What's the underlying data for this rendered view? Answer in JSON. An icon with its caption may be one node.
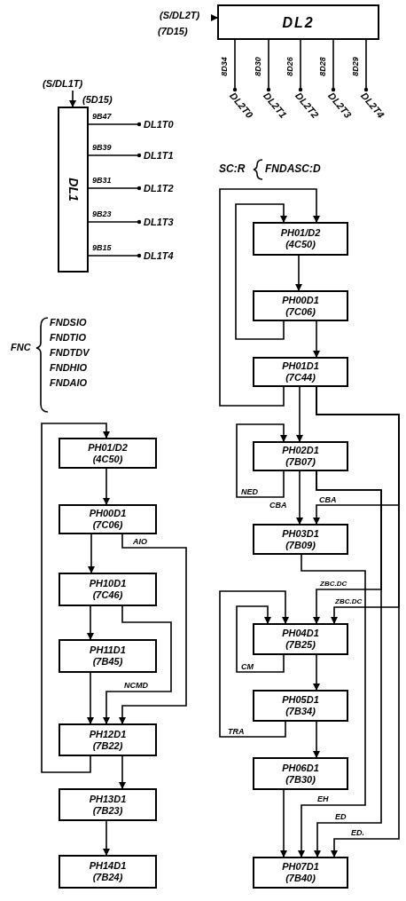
{
  "diagram": {
    "nodes": [
      {
        "text": [
          "(S/DL2T)",
          "(7D15)"
        ]
      },
      {
        "text": [
          "DL2"
        ]
      },
      {
        "text": [
          "DL2T0"
        ]
      },
      {
        "text": [
          "DL2T1"
        ]
      },
      {
        "text": [
          "DL2T2"
        ]
      },
      {
        "text": [
          "DL2T3"
        ]
      },
      {
        "text": [
          "DL2T4"
        ]
      },
      {
        "text": [
          "(S/DL1T)"
        ],
        "beside": [
          "(5D15)"
        ]
      },
      {
        "text": [
          "DL1"
        ]
      },
      {
        "text": [
          "DL1T0"
        ]
      },
      {
        "text": [
          "DL1T1"
        ]
      },
      {
        "text": [
          "DL1T2"
        ]
      },
      {
        "text": [
          "DL1T3"
        ]
      },
      {
        "text": [
          "DL1T4"
        ]
      },
      {
        "text": [
          "PH01/D2",
          "(4C50)"
        ]
      },
      {
        "text": [
          "PH00D1",
          "(7C06)"
        ]
      },
      {
        "text": [
          "PH01D1",
          "(7C44)"
        ]
      },
      {
        "text": [
          "PH02D1",
          "(7B07)"
        ]
      },
      {
        "text": [
          "PH03D1",
          "(7B09)"
        ]
      },
      {
        "text": [
          "PH04D1",
          "(7B25)"
        ]
      },
      {
        "text": [
          "PH05D1",
          "(7B34)"
        ]
      },
      {
        "text": [
          "PH06D1",
          "(7B30)"
        ]
      },
      {
        "text": [
          "PH07D1",
          "(7B40)"
        ]
      },
      {
        "text": [
          "PH01/D2",
          "(4C50)"
        ]
      },
      {
        "text": [
          "PH00D1",
          "(7C06)"
        ]
      },
      {
        "text": [
          "PH10D1",
          "(7C46)"
        ]
      },
      {
        "text": [
          "PH11D1",
          "(7B45)"
        ]
      },
      {
        "text": [
          "PH12D1",
          "(7B22)"
        ]
      },
      {
        "text": [
          "PH13D1",
          "(7B23)"
        ]
      },
      {
        "text": [
          "PH14D1",
          "(7B24)"
        ]
      }
    ],
    "edges": [
      {
        "from": 0,
        "to": 1,
        "arrow": "to"
      },
      {
        "from": 1,
        "to": 2,
        "arrow": "other",
        "label": "8D34"
      },
      {
        "from": 1,
        "to": 3,
        "arrow": "other",
        "label": "8D30"
      },
      {
        "from": 1,
        "to": 4,
        "arrow": "other",
        "label": "8D26"
      },
      {
        "from": 1,
        "to": 5,
        "arrow": "other",
        "label": "8D28"
      },
      {
        "from": 1,
        "to": 6,
        "arrow": "other",
        "label": "8D29"
      },
      {
        "from": 7,
        "to": 8,
        "arrow": "to"
      },
      {
        "from": 8,
        "to": 9,
        "arrow": "other",
        "label": "9B47"
      },
      {
        "from": 8,
        "to": 10,
        "arrow": "other",
        "label": "9B39"
      },
      {
        "from": 8,
        "to": 11,
        "arrow": "other",
        "label": "9B31"
      },
      {
        "from": 8,
        "to": 12,
        "arrow": "other",
        "label": "9B23"
      },
      {
        "from": 8,
        "to": 13,
        "arrow": "other",
        "label": "9B15"
      },
      {
        "from": 14,
        "to": 15,
        "arrow": "to"
      },
      {
        "from": 15,
        "to": 16,
        "arrow": "to"
      },
      {
        "from": 16,
        "to": 14,
        "arrow": "to"
      },
      {
        "from": 15,
        "to": 14,
        "arrow": "to"
      },
      {
        "from": 16,
        "to": 17,
        "arrow": "to"
      },
      {
        "from": 16,
        "to": 18,
        "arrow": "to",
        "label": "CBA"
      },
      {
        "from": 16,
        "to": 19,
        "arrow": "to",
        "label": "ZBC.DC"
      },
      {
        "from": 16,
        "to": 22,
        "arrow": "to",
        "label": "ED."
      },
      {
        "from": 17,
        "to": 17,
        "arrow": "to",
        "label": "NED"
      },
      {
        "from": 17,
        "to": 18,
        "arrow": "to",
        "label": "CBA"
      },
      {
        "from": 17,
        "to": 19,
        "arrow": "to",
        "label": "ZBC.DC"
      },
      {
        "from": 17,
        "to": 22,
        "arrow": "to",
        "label": "ED"
      },
      {
        "from": 18,
        "to": 22,
        "arrow": "to",
        "label": "EH"
      },
      {
        "from": 19,
        "to": 19,
        "arrow": "to",
        "label": "CM"
      },
      {
        "from": 19,
        "to": 20,
        "arrow": "to"
      },
      {
        "from": 20,
        "to": 19,
        "arrow": "to",
        "label": "TRA"
      },
      {
        "from": 20,
        "to": 21,
        "arrow": "to"
      },
      {
        "from": 21,
        "to": 22,
        "arrow": "to"
      },
      {
        "from": 23,
        "to": 24,
        "arrow": "to"
      },
      {
        "from": 24,
        "to": 25,
        "arrow": "to"
      },
      {
        "from": 24,
        "to": 27,
        "arrow": "to",
        "label": "AIO"
      },
      {
        "from": 25,
        "to": 26,
        "arrow": "to"
      },
      {
        "from": 25,
        "to": 27,
        "arrow": "to",
        "label": "NCMD"
      },
      {
        "from": 26,
        "to": 27,
        "arrow": "to"
      },
      {
        "from": 27,
        "to": 23,
        "arrow": "to"
      },
      {
        "from": 27,
        "to": 28,
        "arrow": "to"
      },
      {
        "from": 28,
        "to": 29,
        "arrow": "to"
      }
    ],
    "labels": [
      "SC:R",
      "FNDASC:D",
      "FNC",
      "FNDSIO",
      "FNDTIO",
      "FNDTDV",
      "FNDHIO",
      "FNDAIO"
    ]
  }
}
